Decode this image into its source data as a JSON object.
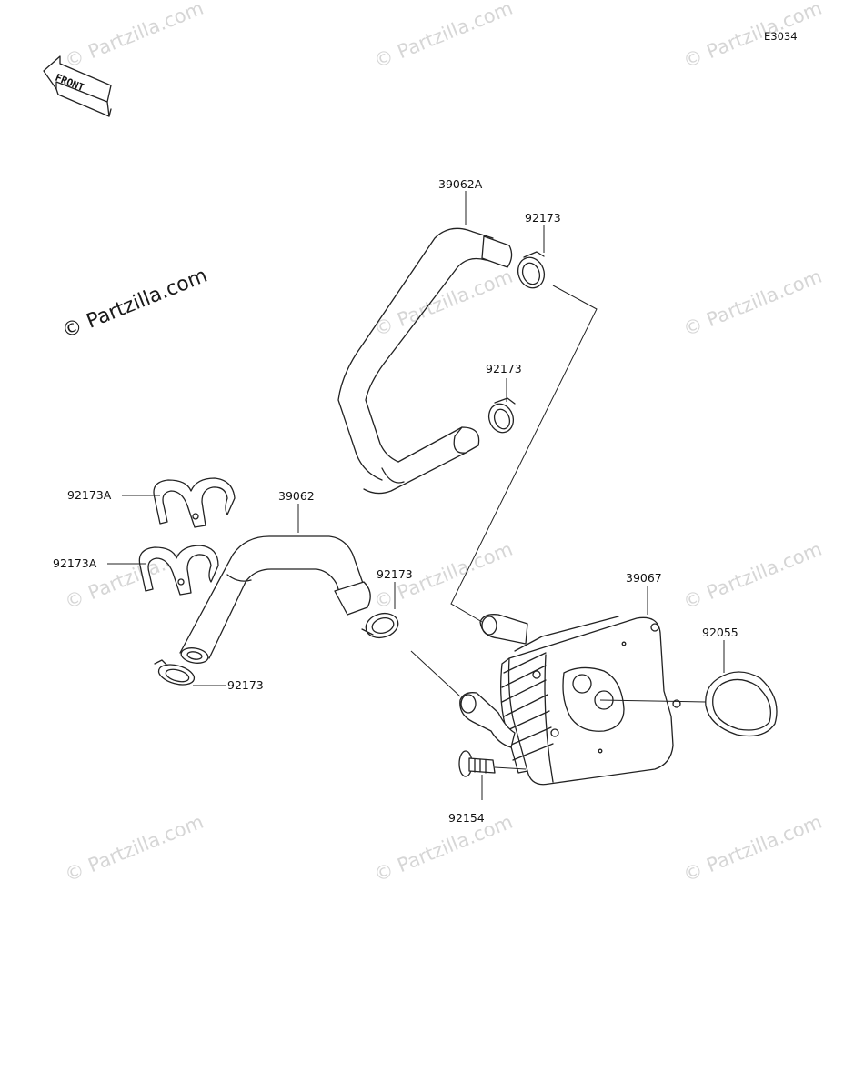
{
  "diagram": {
    "code": "E3034",
    "front_label": "FRONT",
    "watermark_main": "© Partzilla.com",
    "watermark_tile": "© Partzilla.com",
    "labels": {
      "hose_upper": "39062A",
      "clamp_upper_top": "92173",
      "clamp_upper_mid": "92173",
      "holder_a1": "92173A",
      "holder_a2": "92173A",
      "hose_lower": "39062",
      "clamp_lower_right": "92173",
      "clamp_lower_left": "92173",
      "oil_cooler": "39067",
      "o_ring": "92055",
      "bolt": "92154"
    }
  }
}
